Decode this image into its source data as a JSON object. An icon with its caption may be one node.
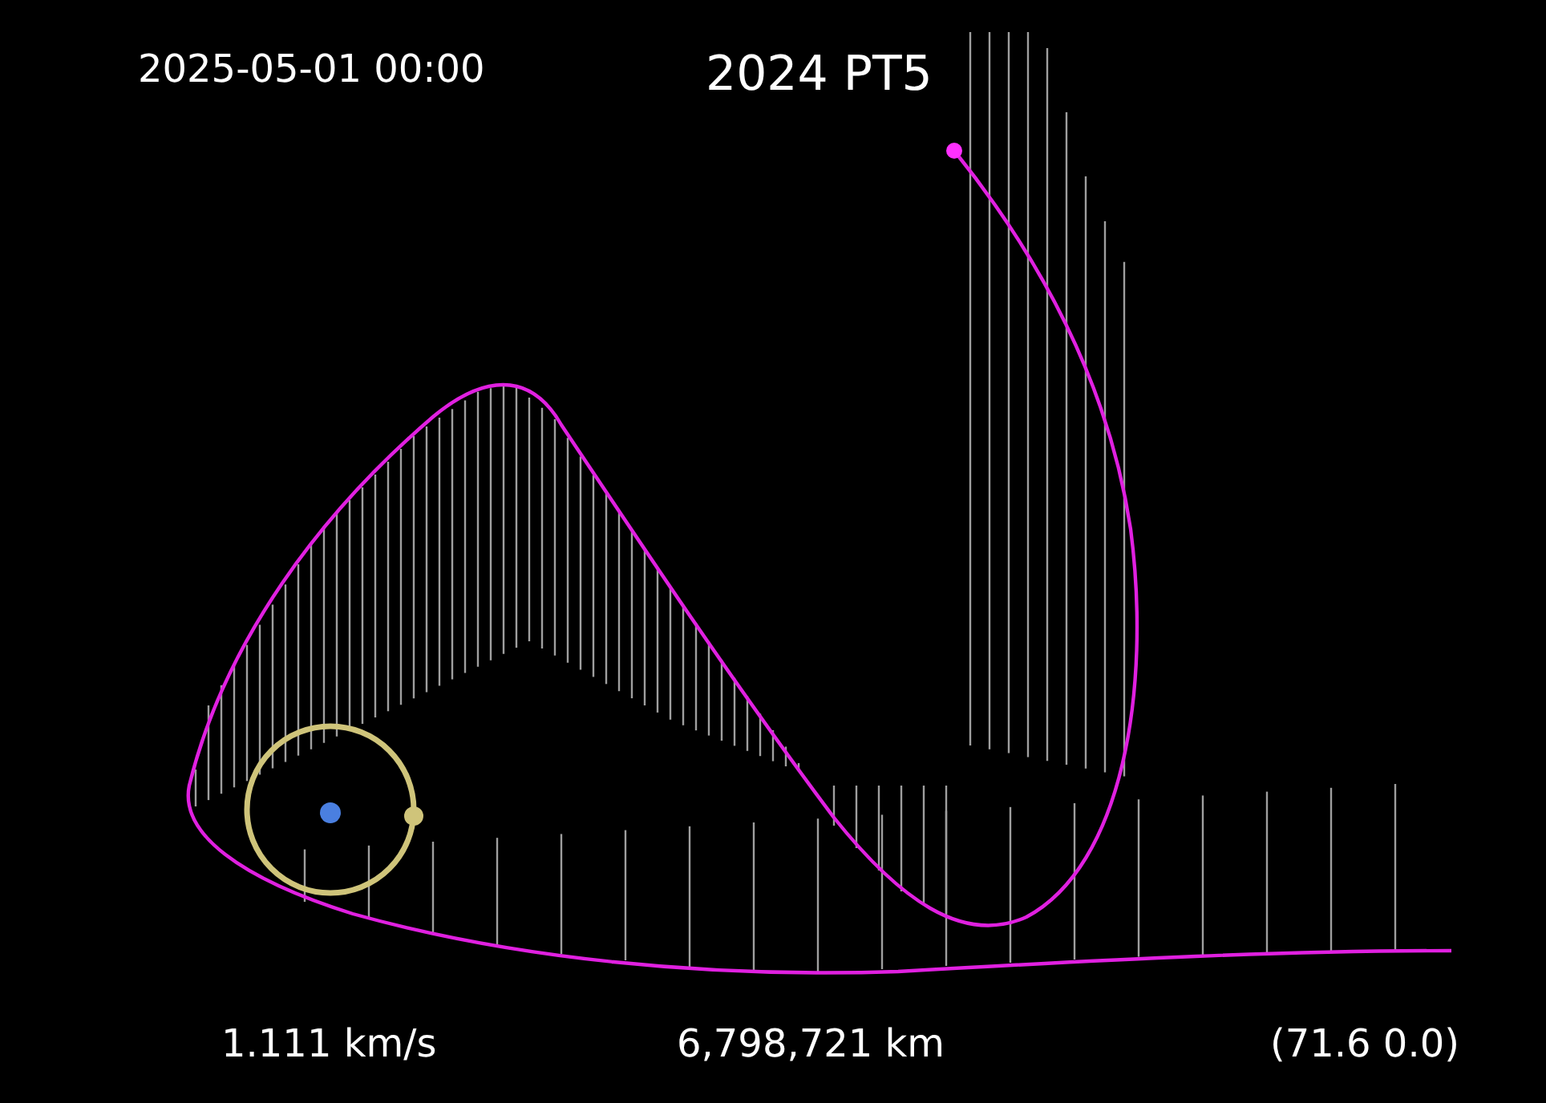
{
  "diagram": {
    "title": "2024 PT5",
    "labels": [
      "2025-05-01 00:00",
      "1.111 km/s",
      "6,798,721 km",
      "(71.6 0.0)"
    ]
  }
}
